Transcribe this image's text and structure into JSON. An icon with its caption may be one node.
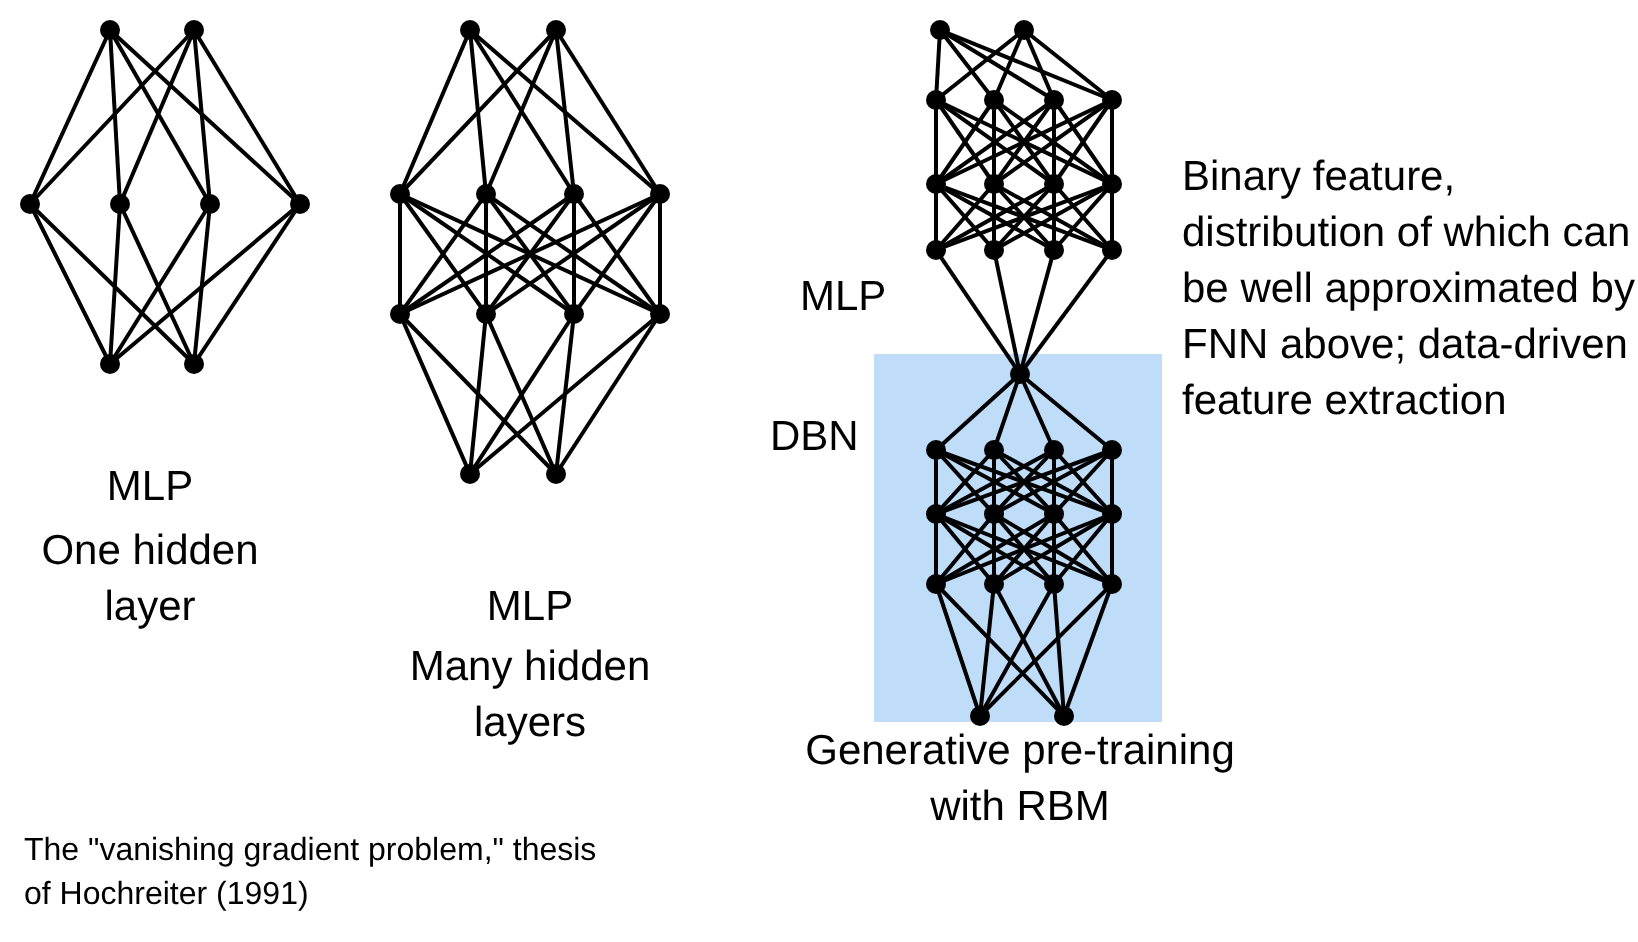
{
  "diagram": {
    "labels": [
      "MLP",
      "One hidden layer",
      "MLP",
      "Many hidden layers",
      "The \"vanishing gradient problem,\" thesis of Hochreiter (1991)",
      "MLP",
      "DBN",
      "Binary feature, distribution of which can be well approximated by FNN above; data-driven feature extraction",
      "Generative pre-training with RBM"
    ]
  }
}
